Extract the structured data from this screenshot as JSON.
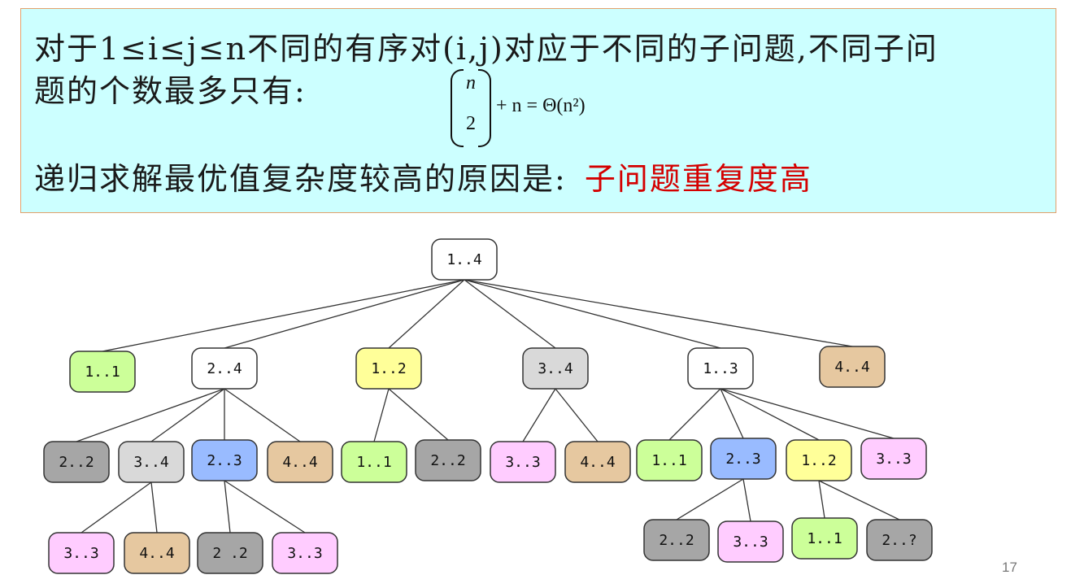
{
  "text_box": {
    "line1": "对于1≤i≤j≤n不同的有序对(i,j)对应于不同的子问题,不同子问",
    "line2": "题的个数最多只有:",
    "formula": {
      "binom_top": "n",
      "binom_bottom": "2",
      "rest": "+ n = Θ(n²)"
    },
    "line3_prefix": "递归求解最优值复杂度较高的原因是:",
    "line3_answer": "子问题重复度高"
  },
  "colors": {
    "box_background": "#ccffff",
    "box_border": "#e3a06b",
    "answer_red": "#d40000",
    "white": "#ffffff",
    "green": "#ccff99",
    "yellow": "#ffff99",
    "dark_gray": "#a6a6a6",
    "light_gray": "#d9d9d9",
    "tan": "#e6c8a0",
    "pink": "#ffccff",
    "blue": "#99bbff"
  },
  "tree": {
    "nodes": [
      {
        "id": "n1-4",
        "label": "1..4",
        "color": "white"
      },
      {
        "id": "n1-1a",
        "label": "1..1",
        "color": "green"
      },
      {
        "id": "n2-4",
        "label": "2..4",
        "color": "white"
      },
      {
        "id": "n1-2a",
        "label": "1..2",
        "color": "yellow"
      },
      {
        "id": "n3-4a",
        "label": "3..4",
        "color": "light_gray"
      },
      {
        "id": "n1-3",
        "label": "1..3",
        "color": "white"
      },
      {
        "id": "n4-4a",
        "label": "4..4",
        "color": "tan"
      },
      {
        "id": "n2-2a",
        "label": "2..2",
        "color": "dark_gray"
      },
      {
        "id": "n3-4b",
        "label": "3..4",
        "color": "light_gray"
      },
      {
        "id": "n2-3a",
        "label": "2..3",
        "color": "blue"
      },
      {
        "id": "n4-4b",
        "label": "4..4",
        "color": "tan"
      },
      {
        "id": "n1-1b",
        "label": "1..1",
        "color": "green"
      },
      {
        "id": "n2-2b",
        "label": "2..2",
        "color": "dark_gray"
      },
      {
        "id": "n3-3a",
        "label": "3..3",
        "color": "pink"
      },
      {
        "id": "n4-4c",
        "label": "4..4",
        "color": "tan"
      },
      {
        "id": "n1-1c",
        "label": "1..1",
        "color": "green"
      },
      {
        "id": "n2-3b",
        "label": "2..3",
        "color": "blue"
      },
      {
        "id": "n1-2b",
        "label": "1..2",
        "color": "yellow"
      },
      {
        "id": "n3-3b",
        "label": "3..3",
        "color": "pink"
      },
      {
        "id": "n3-3c",
        "label": "3..3",
        "color": "pink"
      },
      {
        "id": "n4-4d",
        "label": "4..4",
        "color": "tan"
      },
      {
        "id": "n2-2c",
        "label": "2 .2",
        "color": "dark_gray"
      },
      {
        "id": "n3-3d",
        "label": "3..3",
        "color": "pink"
      },
      {
        "id": "n2-2d",
        "label": "2..2",
        "color": "dark_gray"
      },
      {
        "id": "n3-3e",
        "label": "3..3",
        "color": "pink"
      },
      {
        "id": "n1-1d",
        "label": "1..1",
        "color": "green"
      },
      {
        "id": "n2-2e",
        "label": "2..?",
        "color": "dark_gray"
      }
    ],
    "edges": [
      [
        "n1-4",
        "n1-1a"
      ],
      [
        "n1-4",
        "n2-4"
      ],
      [
        "n1-4",
        "n1-2a"
      ],
      [
        "n1-4",
        "n3-4a"
      ],
      [
        "n1-4",
        "n1-3"
      ],
      [
        "n1-4",
        "n4-4a"
      ],
      [
        "n2-4",
        "n2-2a"
      ],
      [
        "n2-4",
        "n3-4b"
      ],
      [
        "n2-4",
        "n2-3a"
      ],
      [
        "n2-4",
        "n4-4b"
      ],
      [
        "n1-2a",
        "n1-1b"
      ],
      [
        "n1-2a",
        "n2-2b"
      ],
      [
        "n3-4a",
        "n3-3a"
      ],
      [
        "n3-4a",
        "n4-4c"
      ],
      [
        "n1-3",
        "n1-1c"
      ],
      [
        "n1-3",
        "n2-3b"
      ],
      [
        "n1-3",
        "n1-2b"
      ],
      [
        "n1-3",
        "n3-3b"
      ],
      [
        "n3-4b",
        "n3-3c"
      ],
      [
        "n3-4b",
        "n4-4d"
      ],
      [
        "n2-3a",
        "n2-2c"
      ],
      [
        "n2-3a",
        "n3-3d"
      ],
      [
        "n2-3b",
        "n2-2d"
      ],
      [
        "n2-3b",
        "n3-3e"
      ],
      [
        "n1-2b",
        "n1-1d"
      ],
      [
        "n1-2b",
        "n2-2e"
      ]
    ]
  },
  "page_number": "17"
}
